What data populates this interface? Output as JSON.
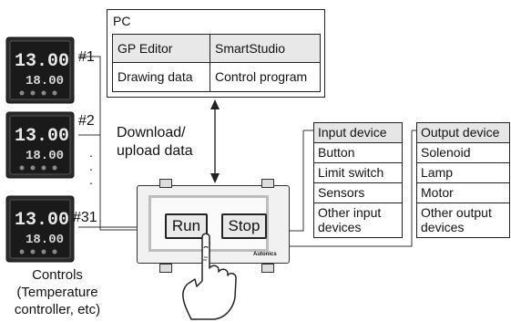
{
  "pc": {
    "title": "PC",
    "cells": [
      [
        "GP Editor",
        "SmartStudio"
      ],
      [
        "Drawing data",
        "Control program"
      ]
    ]
  },
  "transfer_label_line1": "Download/",
  "transfer_label_line2": "upload data",
  "controllers": {
    "labels": [
      "#1",
      "#2",
      "#31"
    ],
    "display_top": "13.00",
    "display_bottom": "18.00",
    "dots": ". . .",
    "caption_line1": "Controls",
    "caption_line2": "(Temperature",
    "caption_line3": "controller, etc)"
  },
  "hmi": {
    "run_label": "Run",
    "stop_label": "Stop",
    "brand": "Autonics"
  },
  "input_device": {
    "header": "Input device",
    "items": [
      "Button",
      "Limit switch",
      "Sensors",
      "Other input",
      "devices"
    ]
  },
  "output_device": {
    "header": "Output device",
    "items": [
      "Solenoid",
      "Lamp",
      "Motor",
      "Other output",
      "devices"
    ]
  }
}
